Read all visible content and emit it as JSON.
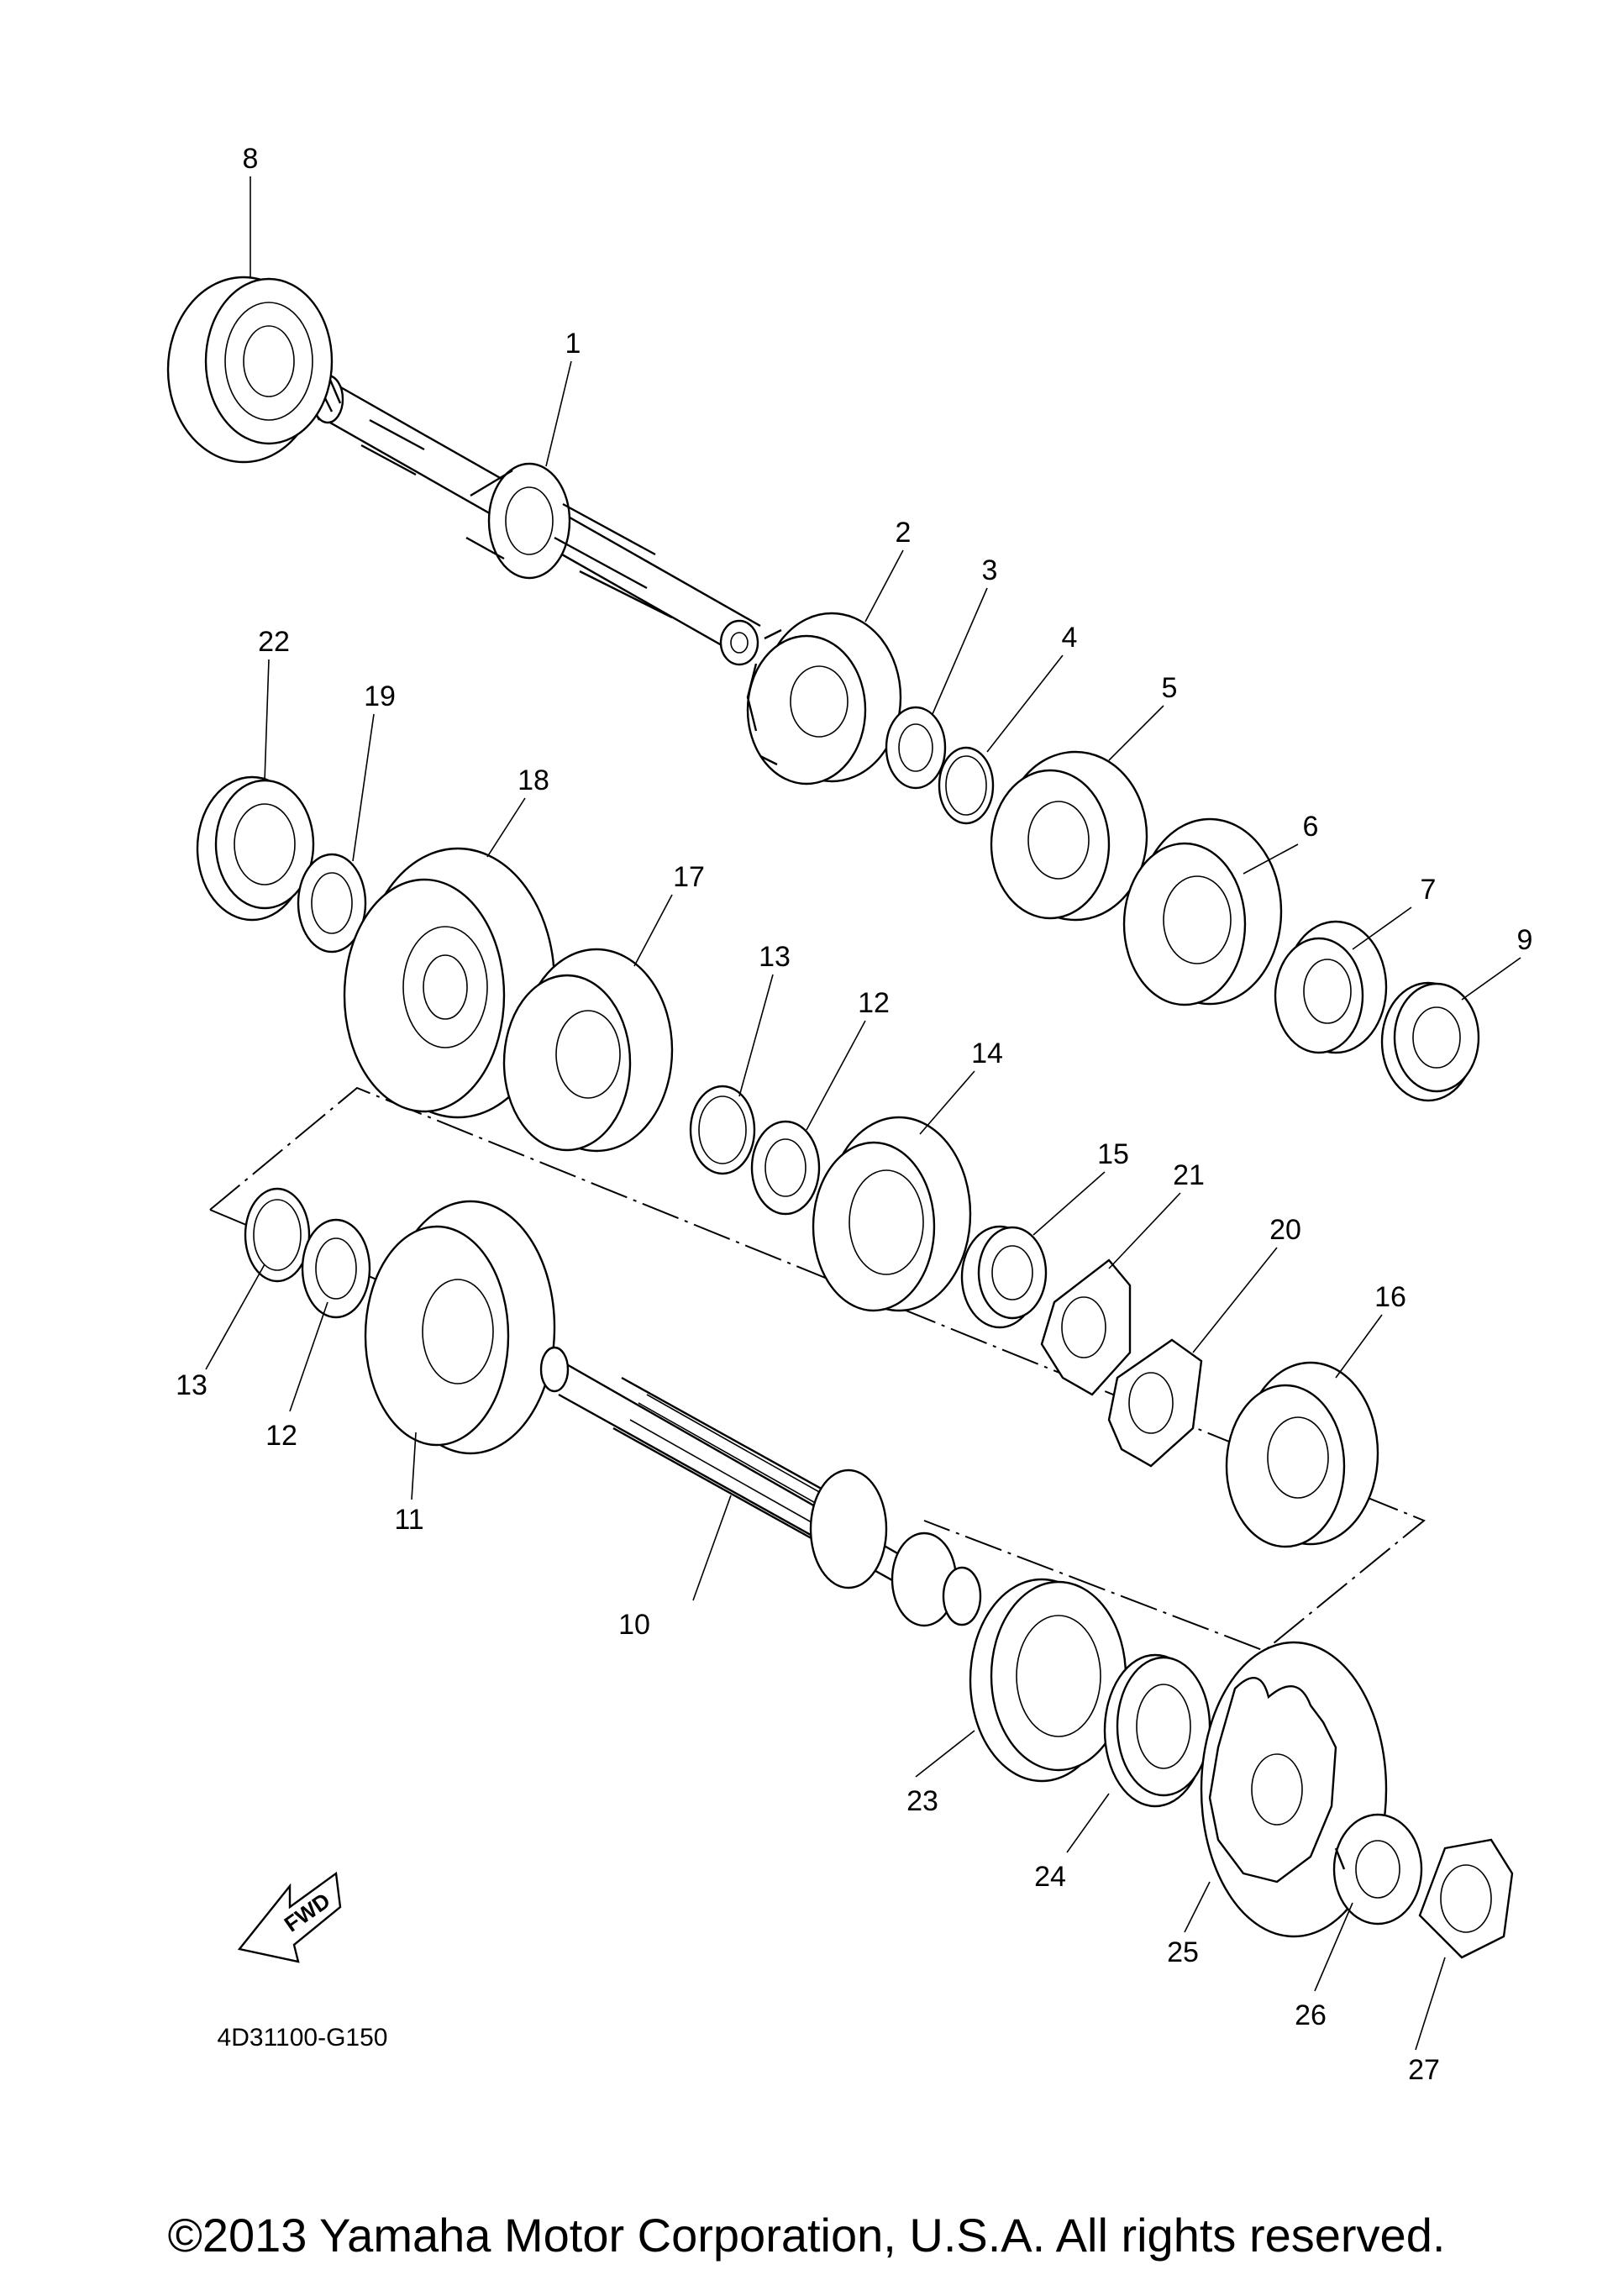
{
  "parts": [
    {
      "id": "p1",
      "label": "1"
    },
    {
      "id": "p2",
      "label": "2"
    },
    {
      "id": "p3",
      "label": "3"
    },
    {
      "id": "p4",
      "label": "4"
    },
    {
      "id": "p5",
      "label": "5"
    },
    {
      "id": "p6",
      "label": "6"
    },
    {
      "id": "p7",
      "label": "7"
    },
    {
      "id": "p8",
      "label": "8"
    },
    {
      "id": "p9",
      "label": "9"
    },
    {
      "id": "p10",
      "label": "10"
    },
    {
      "id": "p11",
      "label": "11"
    },
    {
      "id": "p12a",
      "label": "12"
    },
    {
      "id": "p12b",
      "label": "12"
    },
    {
      "id": "p13a",
      "label": "13"
    },
    {
      "id": "p13b",
      "label": "13"
    },
    {
      "id": "p14",
      "label": "14"
    },
    {
      "id": "p15",
      "label": "15"
    },
    {
      "id": "p16",
      "label": "16"
    },
    {
      "id": "p17",
      "label": "17"
    },
    {
      "id": "p18",
      "label": "18"
    },
    {
      "id": "p19",
      "label": "19"
    },
    {
      "id": "p20",
      "label": "20"
    },
    {
      "id": "p21",
      "label": "21"
    },
    {
      "id": "p22",
      "label": "22"
    },
    {
      "id": "p23",
      "label": "23"
    },
    {
      "id": "p24",
      "label": "24"
    },
    {
      "id": "p25",
      "label": "25"
    },
    {
      "id": "p26",
      "label": "26"
    },
    {
      "id": "p27",
      "label": "27"
    }
  ],
  "fwd_label": "FWD",
  "diagram_code": "4D31100-G150",
  "copyright": "©2013 Yamaha Motor Corporation, U.S.A. All rights reserved."
}
